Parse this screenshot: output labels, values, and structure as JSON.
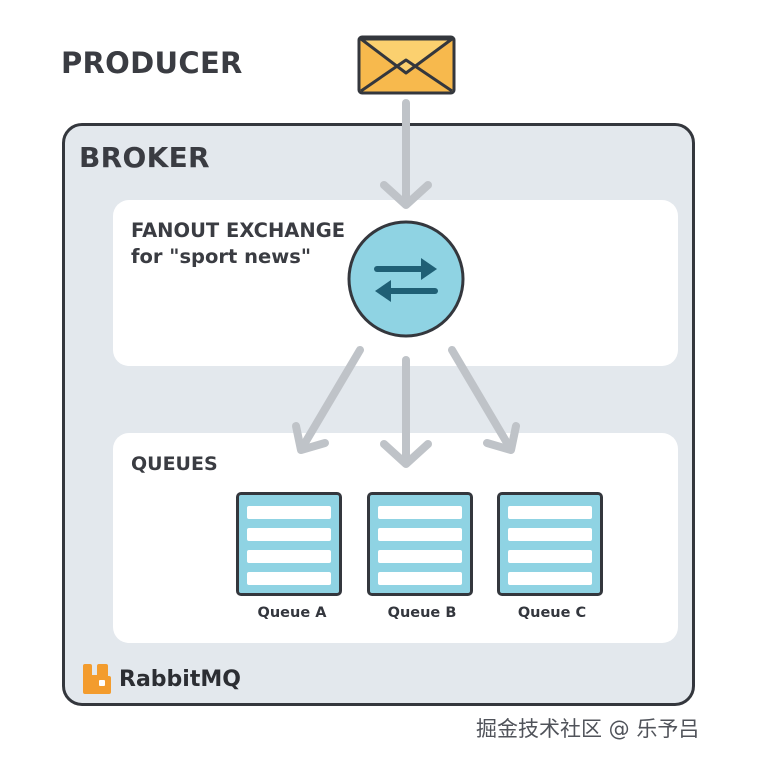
{
  "producer": {
    "label": "PRODUCER"
  },
  "broker": {
    "label": "BROKER"
  },
  "exchange": {
    "line1": "FANOUT EXCHANGE",
    "line2": "for \"sport news\""
  },
  "queues": {
    "label": "QUEUES",
    "items": [
      {
        "name": "Queue A"
      },
      {
        "name": "Queue B"
      },
      {
        "name": "Queue C"
      }
    ]
  },
  "logo": {
    "text": "RabbitMQ",
    "icon": "rabbit-icon"
  },
  "watermark": {
    "text": "掘金技术社区 @ 乐予吕"
  },
  "colors": {
    "envelope": "#f7b94d",
    "exchange_circle": "#8fd3e3",
    "arrow_gray": "#bfc3c8",
    "broker_bg": "#e3e8ed",
    "queue_fill": "#8fd3e3",
    "logo_orange": "#f39c2e"
  }
}
